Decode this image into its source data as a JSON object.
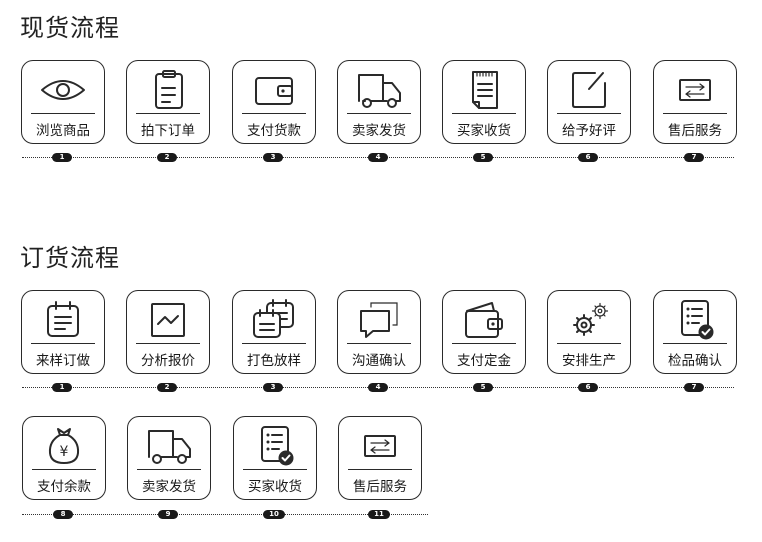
{
  "spot": {
    "title": "现货流程",
    "steps": [
      {
        "label": "浏览商品",
        "num": "1"
      },
      {
        "label": "拍下订单",
        "num": "2"
      },
      {
        "label": "支付货款",
        "num": "3"
      },
      {
        "label": "卖家发货",
        "num": "4"
      },
      {
        "label": "买家收货",
        "num": "5"
      },
      {
        "label": "给予好评",
        "num": "6"
      },
      {
        "label": "售后服务",
        "num": "7"
      }
    ]
  },
  "order": {
    "title": "订货流程",
    "steps": [
      {
        "label": "来样订做",
        "num": "1"
      },
      {
        "label": "分析报价",
        "num": "2"
      },
      {
        "label": "打色放样",
        "num": "3"
      },
      {
        "label": "沟通确认",
        "num": "4"
      },
      {
        "label": "支付定金",
        "num": "5"
      },
      {
        "label": "安排生产",
        "num": "6"
      },
      {
        "label": "检品确认",
        "num": "7"
      },
      {
        "label": "支付余款",
        "num": "8",
        "glyph": "¥"
      },
      {
        "label": "卖家发货",
        "num": "9"
      },
      {
        "label": "买家收货",
        "num": "10"
      },
      {
        "label": "售后服务",
        "num": "11"
      }
    ]
  }
}
